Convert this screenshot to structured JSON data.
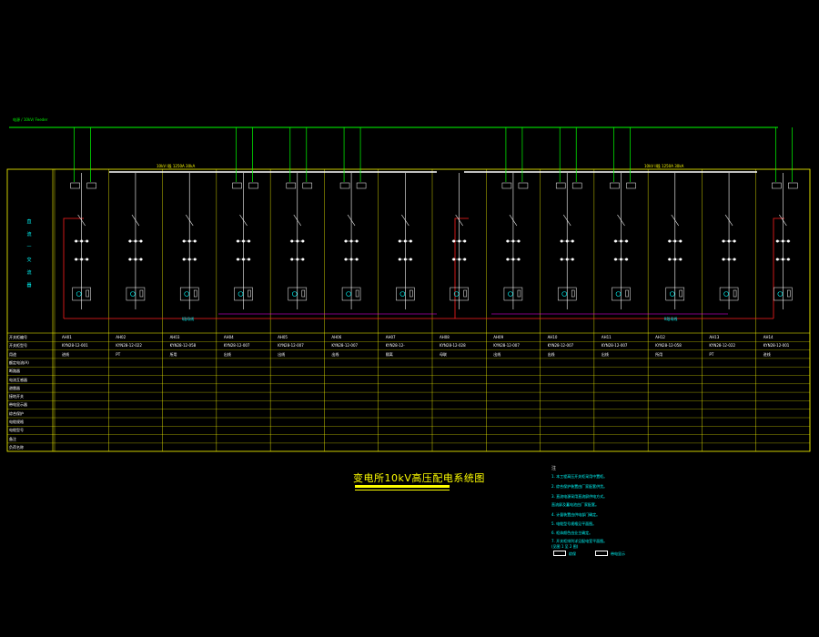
{
  "drawing": {
    "title": "变电所10kV高压配电系统图",
    "top_line_label": "电源 / 10kV/ Feeder",
    "busbar_left_label": "10kV I段 1250A 30kA",
    "busbar_right_label": "10kV II段 1250A 30kA",
    "bus_section_left": "I段母线",
    "bus_section_right": "II段母线",
    "side_vertical_label": [
      "直",
      "流",
      "—",
      "交",
      "流",
      "器"
    ]
  },
  "columns": [
    {
      "no": "AH01",
      "type": "KYN28-12-001",
      "use": "进线"
    },
    {
      "no": "AH02",
      "type": "KYN28-12-022",
      "use": "PT"
    },
    {
      "no": "AH03",
      "type": "KYN28-12-058",
      "use": "所用"
    },
    {
      "no": "AH04",
      "type": "KYN28-12-007",
      "use": "出线"
    },
    {
      "no": "AH05",
      "type": "KYN28-12-007",
      "use": "出线"
    },
    {
      "no": "AH06",
      "type": "KYN28-12-007",
      "use": "出线"
    },
    {
      "no": "AH07",
      "type": "KYN28-12-",
      "use": "隔离"
    },
    {
      "no": "AH08",
      "type": "KYN28-12-028",
      "use": "母联"
    },
    {
      "no": "AH09",
      "type": "KYN28-12-007",
      "use": "出线"
    },
    {
      "no": "AH10",
      "type": "KYN28-12-007",
      "use": "出线"
    },
    {
      "no": "AH11",
      "type": "KYN28-12-007",
      "use": "出线"
    },
    {
      "no": "AH12",
      "type": "KYN28-12-058",
      "use": "所用"
    },
    {
      "no": "AH13",
      "type": "KYN28-12-022",
      "use": "PT"
    },
    {
      "no": "AH14",
      "type": "KYN28-12-001",
      "use": "进线"
    }
  ],
  "row_labels": [
    "开关柜编号",
    "开关柜型号",
    "用途",
    "额定电流(A)",
    "断路器",
    "电流互感器",
    "避雷器",
    "接地开关",
    "带电显示器",
    "综合保护",
    "电缆规格",
    "电缆型号",
    "备注",
    "负荷名称"
  ],
  "notes": {
    "heading": "注",
    "items": [
      "1. 本工程高压开关柜采用中置柜。",
      "2. 综合保护装置由厂家配套供货。",
      "3. 直流电源采用直流屏供电方式。",
      "   直流屏及蓄电池由厂家配套。",
      "4. 计量装置由供电部门确定。",
      "5. 电缆型号规格见平面图。",
      "6. 柜体颜色由业主确定。",
      "7. 开关柜排列详见配电室平面图。",
      "   (见图 1 至 2 图)"
    ],
    "legend_left": "综保",
    "legend_right": "带电显示"
  },
  "colors": {
    "background": "#000000",
    "frame": "#ffff00",
    "feeder": "#00ff00",
    "busbar": "#ffffff",
    "cyan": "#00ffff",
    "red": "#ff2020",
    "magenta": "#ff00ff"
  }
}
